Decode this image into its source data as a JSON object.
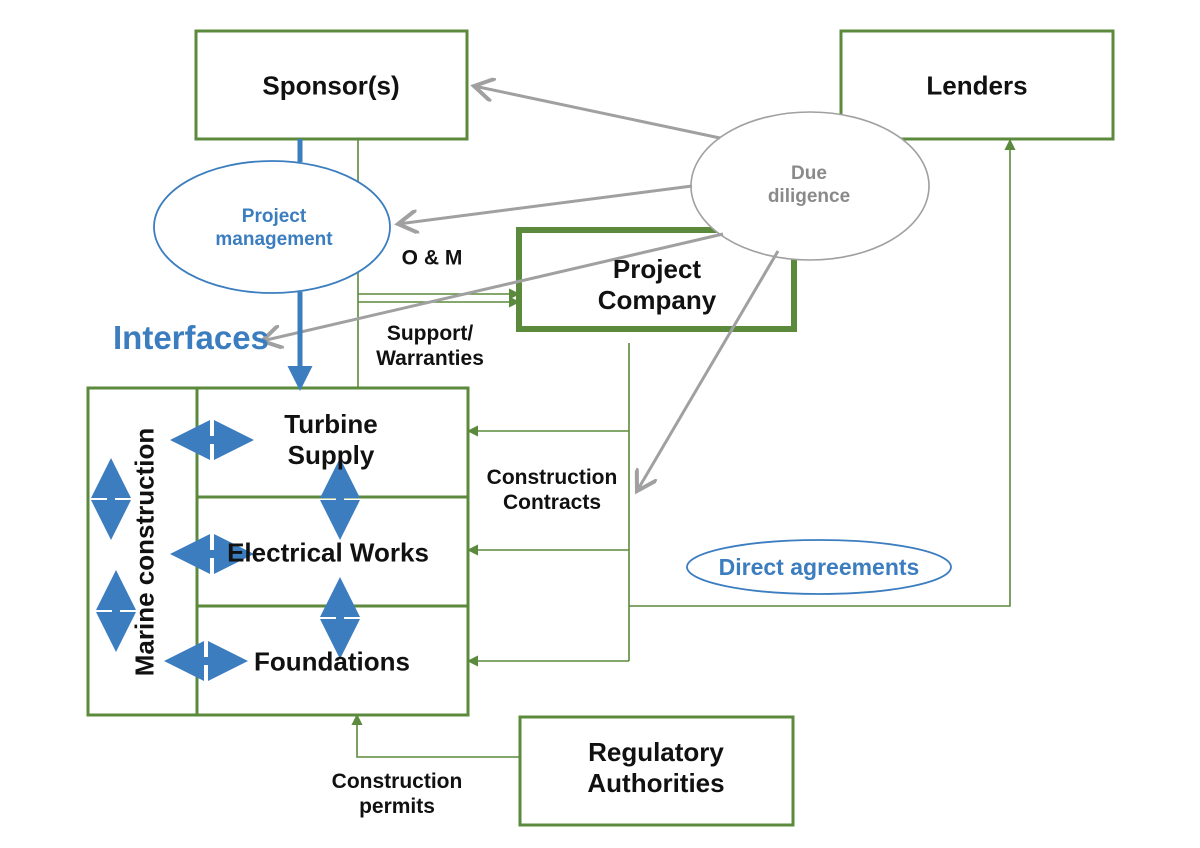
{
  "colors": {
    "green": "#5B8A3C",
    "blue": "#3B7DBF",
    "gray": "#A0A0A0",
    "text": "#111111"
  },
  "nodes": {
    "sponsors": "Sponsor(s)",
    "lenders": "Lenders",
    "project_company_1": "Project",
    "project_company_2": "Company",
    "turbine_1": "Turbine",
    "turbine_2": "Supply",
    "electrical": "Electrical Works",
    "foundations": "Foundations",
    "marine": "Marine construction",
    "regulatory_1": "Regulatory",
    "regulatory_2": "Authorities",
    "project_management_1": "Project",
    "project_management_2": "management",
    "due_diligence_1": "Due",
    "due_diligence_2": "diligence",
    "direct_agreements": "Direct agreements"
  },
  "labels": {
    "interfaces": "Interfaces",
    "om": "O & M",
    "support_1": "Support/",
    "support_2": "Warranties",
    "contracts_1": "Construction",
    "contracts_2": "Contracts",
    "permits_1": "Construction",
    "permits_2": "permits"
  }
}
